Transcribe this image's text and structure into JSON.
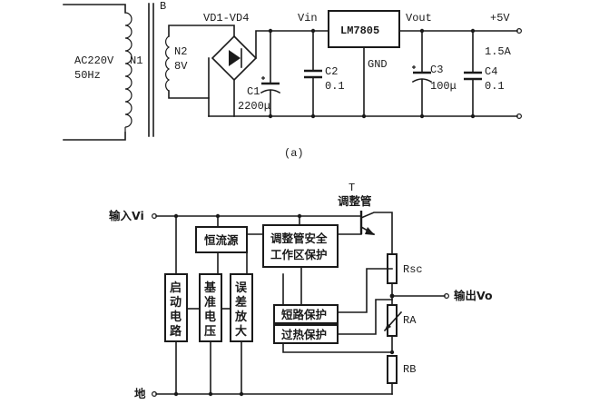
{
  "figure_a": {
    "caption": "(a)",
    "transformer": {
      "ref": "B",
      "primary_voltage": "AC220V",
      "primary_freq": "50Hz",
      "primary_winding": "N1",
      "secondary_winding": "N2",
      "secondary_voltage": "8V"
    },
    "rectifier": {
      "label": "VD1-VD4"
    },
    "nodes": {
      "vin": "Vin",
      "vout": "Vout",
      "gnd": "GND",
      "plus5v": "+5V"
    },
    "regulator": {
      "label": "LM7805"
    },
    "c1": {
      "ref": "C1",
      "value": "2200μ"
    },
    "c2": {
      "ref": "C2",
      "value": "0.1"
    },
    "c3": {
      "ref": "C3",
      "value": "100μ"
    },
    "c4": {
      "ref": "C4",
      "value": "0.1"
    },
    "current": "1.5A"
  },
  "figure_b": {
    "input_label": "输入Vi",
    "ground_label": "地",
    "output_label": "输出Vo",
    "transistor": {
      "ref": "T",
      "name": "调整管"
    },
    "blocks": {
      "start_circuit": [
        "启",
        "动",
        "电",
        "路"
      ],
      "reference_voltage": [
        "基",
        "准",
        "电",
        "压"
      ],
      "error_amp": [
        "误",
        "差",
        "放",
        "大"
      ],
      "const_current": "恒流源",
      "soa_protect_line1": "调整管安全",
      "soa_protect_line2": "工作区保护",
      "short_protect": "短路保护",
      "thermal_protect": "过热保护"
    },
    "resistors": {
      "rsc": "Rsc",
      "ra": "RA",
      "rb": "RB"
    }
  }
}
